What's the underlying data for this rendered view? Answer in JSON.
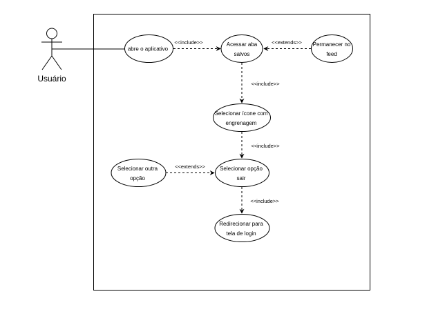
{
  "actor": {
    "label": "Usuário"
  },
  "use_cases": {
    "abre_app": [
      "abre o aplicativo"
    ],
    "acessar": [
      "Acessar aba",
      "salvos"
    ],
    "permanecer": [
      "Permanecer no",
      "feed"
    ],
    "selecionar_icone": [
      "Selecionar ícone com",
      "engrenagem"
    ],
    "selecionar_sair": [
      "Selecionar opção",
      "sair"
    ],
    "selecionar_outra": [
      "Selecionar outra",
      "opção"
    ],
    "redirecionar": [
      "Redirecionar para",
      "tela de login"
    ]
  },
  "relations": {
    "include_1": "<<include>>",
    "extends_1": "<<extends>>",
    "include_2": "<<include>>",
    "include_3": "<<include>>",
    "extends_2": "<<extends>>",
    "include_4": "<<include>>"
  }
}
